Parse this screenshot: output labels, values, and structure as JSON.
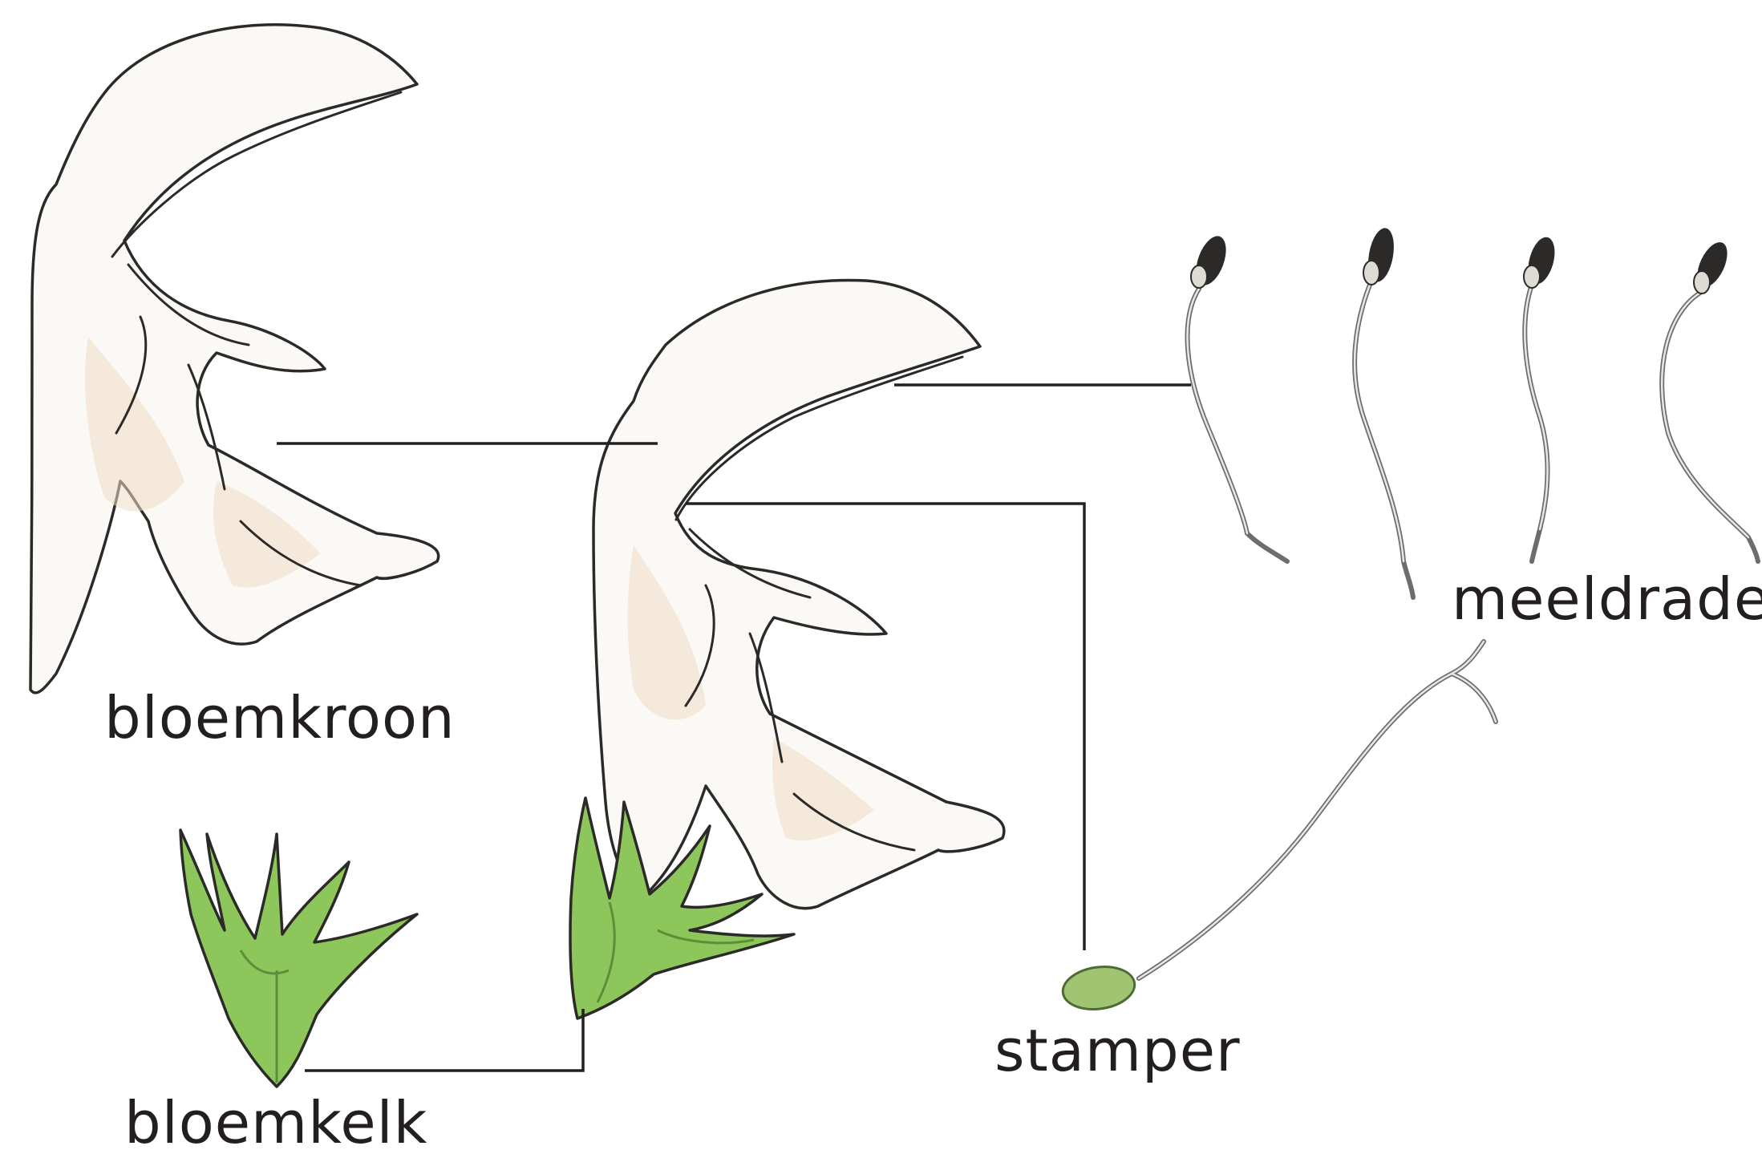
{
  "labels": {
    "corolla": "bloemkroon",
    "calyx": "bloemkelk",
    "pistil": "stamper",
    "stamens": "meeldraden"
  },
  "colors": {
    "petal_fill": "#fbf9f5",
    "calyx_fill": "#8dc65a",
    "ovary_fill": "#9fc472",
    "line": "#231f20"
  }
}
